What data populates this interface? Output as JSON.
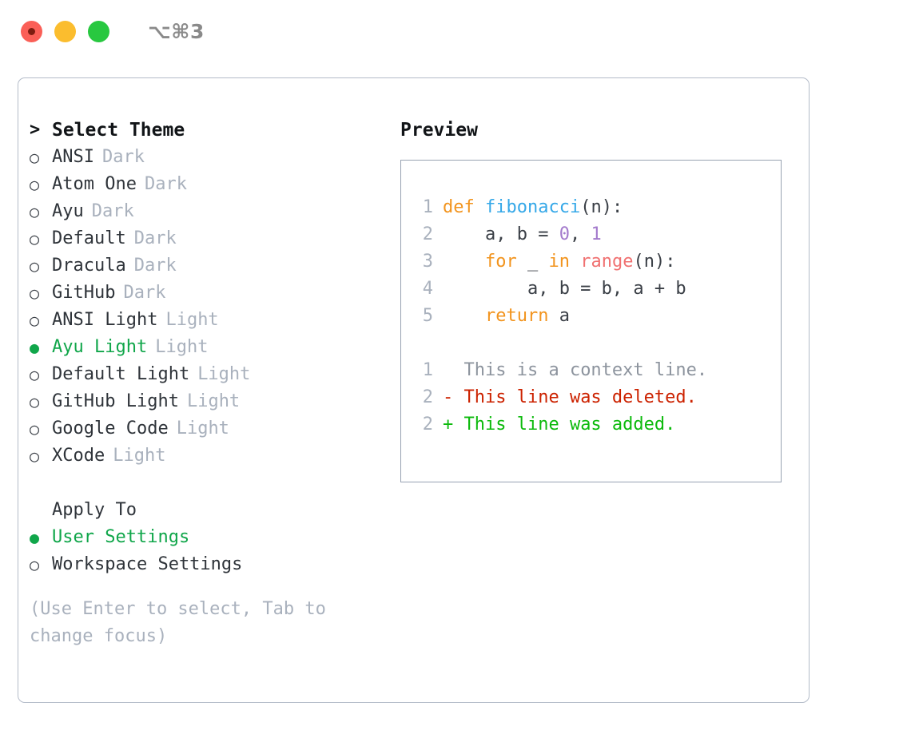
{
  "window": {
    "shortcut": "⌥⌘3",
    "traffic_lights": [
      {
        "name": "close-button",
        "color": "#fa5f57"
      },
      {
        "name": "minimize-button",
        "color": "#fbbd2e"
      },
      {
        "name": "maximize-button",
        "color": "#28c840"
      }
    ]
  },
  "theme_picker": {
    "header_marker": ">",
    "header": "Select Theme",
    "items": [
      {
        "marker": "○",
        "name": "ANSI",
        "type": "Dark",
        "selected": false
      },
      {
        "marker": "○",
        "name": "Atom One",
        "type": "Dark",
        "selected": false
      },
      {
        "marker": "○",
        "name": "Ayu",
        "type": "Dark",
        "selected": false
      },
      {
        "marker": "○",
        "name": "Default",
        "type": "Dark",
        "selected": false
      },
      {
        "marker": "○",
        "name": "Dracula",
        "type": "Dark",
        "selected": false
      },
      {
        "marker": "○",
        "name": "GitHub",
        "type": "Dark",
        "selected": false
      },
      {
        "marker": "○",
        "name": "ANSI Light",
        "type": "Light",
        "selected": false
      },
      {
        "marker": "●",
        "name": "Ayu Light",
        "type": "Light",
        "selected": true
      },
      {
        "marker": "○",
        "name": "Default Light",
        "type": "Light",
        "selected": false
      },
      {
        "marker": "○",
        "name": "GitHub Light",
        "type": "Light",
        "selected": false
      },
      {
        "marker": "○",
        "name": "Google Code",
        "type": "Light",
        "selected": false
      },
      {
        "marker": "○",
        "name": "XCode",
        "type": "Light",
        "selected": false
      }
    ]
  },
  "apply_to": {
    "header": "Apply To",
    "options": [
      {
        "marker": "●",
        "label": "User Settings",
        "selected": true
      },
      {
        "marker": "○",
        "label": "Workspace Settings",
        "selected": false
      }
    ]
  },
  "hint": "(Use Enter to select, Tab to change focus)",
  "preview": {
    "title": "Preview",
    "code_lines": [
      {
        "no": "1",
        "tokens": [
          {
            "t": "def ",
            "c": "kw"
          },
          {
            "t": "fibonacci",
            "c": "fn"
          },
          {
            "t": "(n):",
            "c": "txt"
          }
        ]
      },
      {
        "no": "2",
        "tokens": [
          {
            "t": "    a, b = ",
            "c": "txt"
          },
          {
            "t": "0",
            "c": "num"
          },
          {
            "t": ", ",
            "c": "txt"
          },
          {
            "t": "1",
            "c": "num"
          }
        ]
      },
      {
        "no": "3",
        "tokens": [
          {
            "t": "    for",
            "c": "kw"
          },
          {
            "t": " _ ",
            "c": "txt"
          },
          {
            "t": "in ",
            "c": "kw"
          },
          {
            "t": "range",
            "c": "call"
          },
          {
            "t": "(n):",
            "c": "txt"
          }
        ]
      },
      {
        "no": "4",
        "tokens": [
          {
            "t": "        a, b = b, a + b",
            "c": "txt"
          }
        ]
      },
      {
        "no": "5",
        "tokens": [
          {
            "t": "    return",
            "c": "kw"
          },
          {
            "t": " a",
            "c": "txt"
          }
        ]
      }
    ],
    "diff_lines": [
      {
        "no": "1",
        "sign": " ",
        "text": " This is a context line.",
        "kind": "ctx"
      },
      {
        "no": "2",
        "sign": "-",
        "text": " This line was deleted.",
        "kind": "del"
      },
      {
        "no": "2",
        "sign": "+",
        "text": " This line was added.",
        "kind": "add"
      }
    ]
  },
  "colors": {
    "accent_green": "#10a64a",
    "keyword_orange": "#f2941e",
    "function_blue": "#35a8e8",
    "number_purple": "#a37acc",
    "call_red": "#f07171",
    "diff_deleted": "#cc2200",
    "diff_added": "#0cba0c",
    "muted_grey": "#a9b1bd",
    "border": "#b4bcc9"
  }
}
